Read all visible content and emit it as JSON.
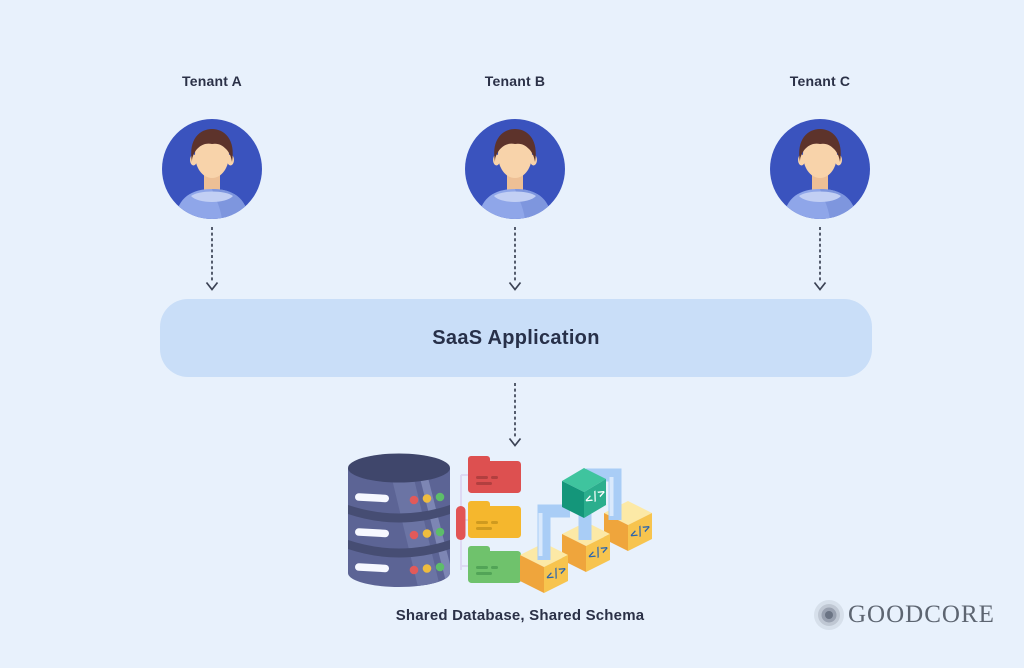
{
  "tenants": [
    {
      "label": "Tenant A"
    },
    {
      "label": "Tenant B"
    },
    {
      "label": "Tenant C"
    }
  ],
  "application": {
    "label": "SaaS Application"
  },
  "caption": "Shared Database, Shared Schema",
  "logo": {
    "text": "GOODCORE"
  },
  "icons": {
    "avatar": "user-avatar-icon",
    "database": "database-cylinder-icon",
    "folders": [
      "red-folder-icon",
      "yellow-folder-icon",
      "green-folder-icon"
    ],
    "code_blocks": "code-modules-icon",
    "code_glyph": "</>",
    "logo_mark": "ripple-circles-icon"
  },
  "colors": {
    "background": "#e8f1fc",
    "saas_bar": "#c9def8",
    "heading_text": "#2b3147",
    "arrow": "#3b4254",
    "avatar_circle": "#3a53be",
    "avatar_shirt": "#8fa6e9",
    "database_body": "#5c6495",
    "folder_red": "#dd5050",
    "folder_yellow": "#f5b72d",
    "folder_green": "#6fc26c",
    "code_block_yellow": "#f7c44e",
    "code_block_teal": "#2bae8d",
    "pipe_blue": "#a9cdf6",
    "logo_gray": "#5d6571"
  }
}
